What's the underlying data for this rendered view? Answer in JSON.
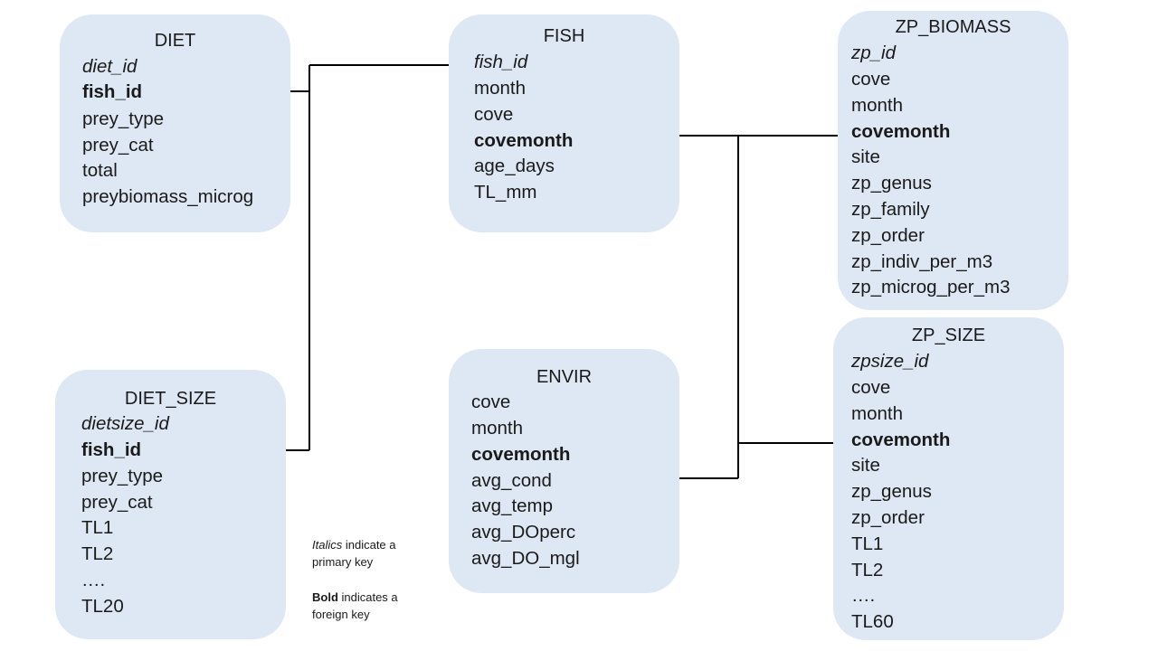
{
  "tables": {
    "diet": {
      "title": "DIET",
      "fields": [
        "diet_id",
        "fish_id",
        "prey_type",
        "prey_cat",
        "total",
        "preybiomass_microg"
      ]
    },
    "fish": {
      "title": "FISH",
      "fields": [
        "fish_id",
        "month",
        "cove",
        "covemonth",
        "age_days",
        "TL_mm"
      ]
    },
    "zp_biomass": {
      "title": "ZP_BIOMASS",
      "fields": [
        "zp_id",
        "cove",
        "month",
        "covemonth",
        "site",
        "zp_genus",
        "zp_family",
        "zp_order",
        "zp_indiv_per_m3",
        "zp_microg_per_m3"
      ]
    },
    "diet_size": {
      "title": "DIET_SIZE",
      "fields": [
        "dietsize_id",
        "fish_id",
        "prey_type",
        "prey_cat",
        "TL1",
        "TL2",
        "….",
        "TL20"
      ]
    },
    "envir": {
      "title": "ENVIR",
      "fields": [
        "cove",
        "month",
        "covemonth",
        "avg_cond",
        "avg_temp",
        "avg_DOperc",
        "avg_DO_mgl"
      ]
    },
    "zp_size": {
      "title": "ZP_SIZE",
      "fields": [
        "zpsize_id",
        "cove",
        "month",
        "covemonth",
        "site",
        "zp_genus",
        "zp_order",
        "TL1",
        "TL2",
        "….",
        "TL60"
      ]
    }
  },
  "legend": {
    "italics_word": "Italics",
    "italics_text": " indicate a primary key",
    "bold_word": "Bold",
    "bold_text": " indicates a foreign key"
  }
}
